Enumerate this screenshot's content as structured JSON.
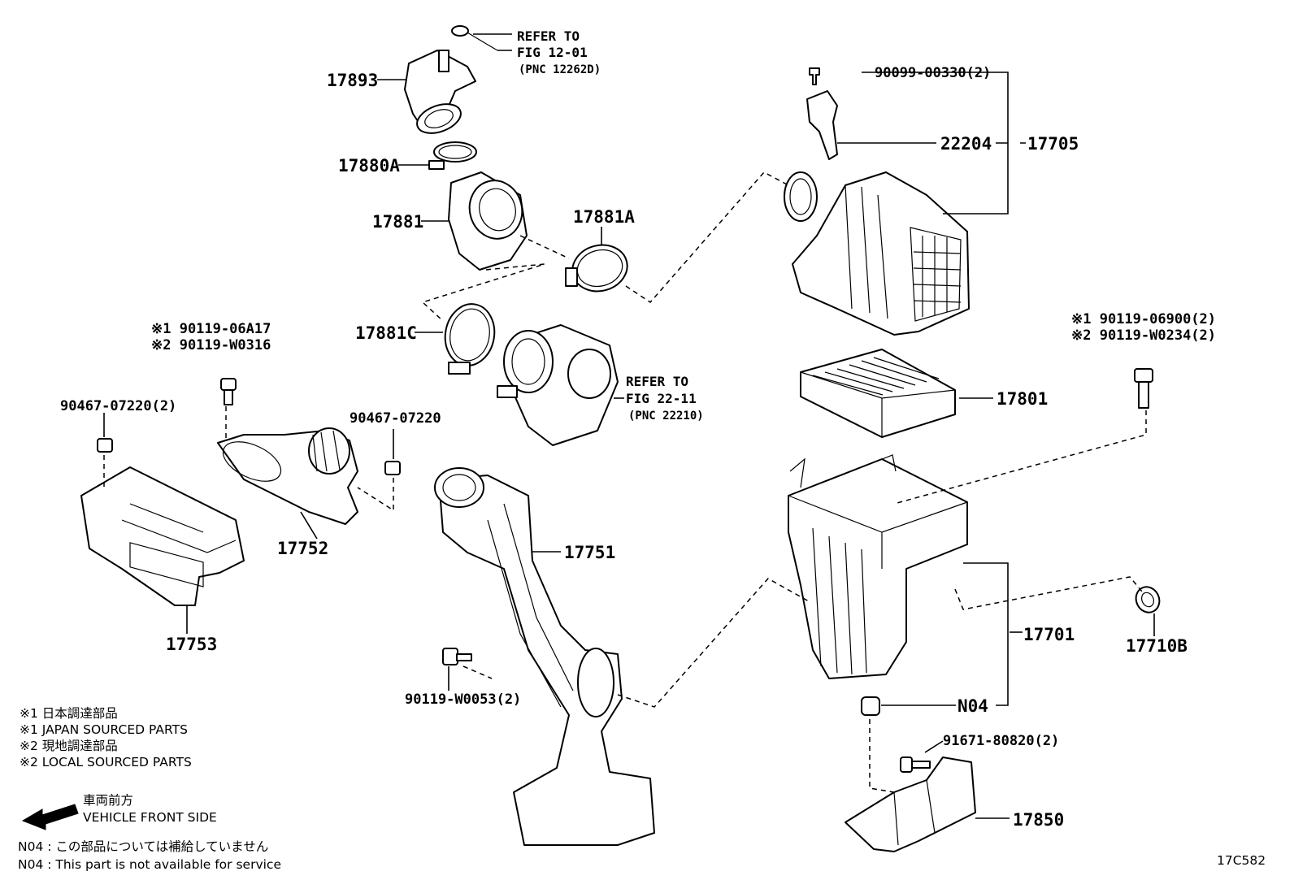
{
  "parts": {
    "p17893": "17893",
    "p17880A": "17880A",
    "p17881": "17881",
    "p17881A": "17881A",
    "p17881C": "17881C",
    "p90099": "90099-00330(2)",
    "p22204": "22204",
    "p17705": "17705",
    "p17801": "17801",
    "p17752": "17752",
    "p17753": "17753",
    "p17751": "17751",
    "p17701": "17701",
    "p17710B": "17710B",
    "pN04": "N04",
    "p17850": "17850",
    "p91671": "91671-80820(2)",
    "p90119W0053": "90119-W0053(2)",
    "p90467a": "90467-07220(2)",
    "p90467b": "90467-07220",
    "p90119_06A17": "※1 90119-06A17",
    "p90119_W0316": "※2 90119-W0316",
    "p90119_06900": "※1 90119-06900(2)",
    "p90119_W0234": "※2 90119-W0234(2)"
  },
  "refs": {
    "ref1_l1": "REFER TO",
    "ref1_l2": "FIG 12-01",
    "ref1_l3": "(PNC 12262D)",
    "ref2_l1": "REFER TO",
    "ref2_l2": "FIG 22-11",
    "ref2_l3": "(PNC 22210)"
  },
  "legend": {
    "l1": "※1  日本調達部品",
    "l2": "※1  JAPAN SOURCED PARTS",
    "l3": "※2  現地調達部品",
    "l4": "※2  LOCAL SOURCED PARTS",
    "front_jp": "車両前方",
    "front_en": "VEHICLE FRONT SIDE",
    "n04_jp": "N04 : この部品については補給していません",
    "n04_en": "N04 : This part is not available for service"
  },
  "figure_id": "17C582"
}
